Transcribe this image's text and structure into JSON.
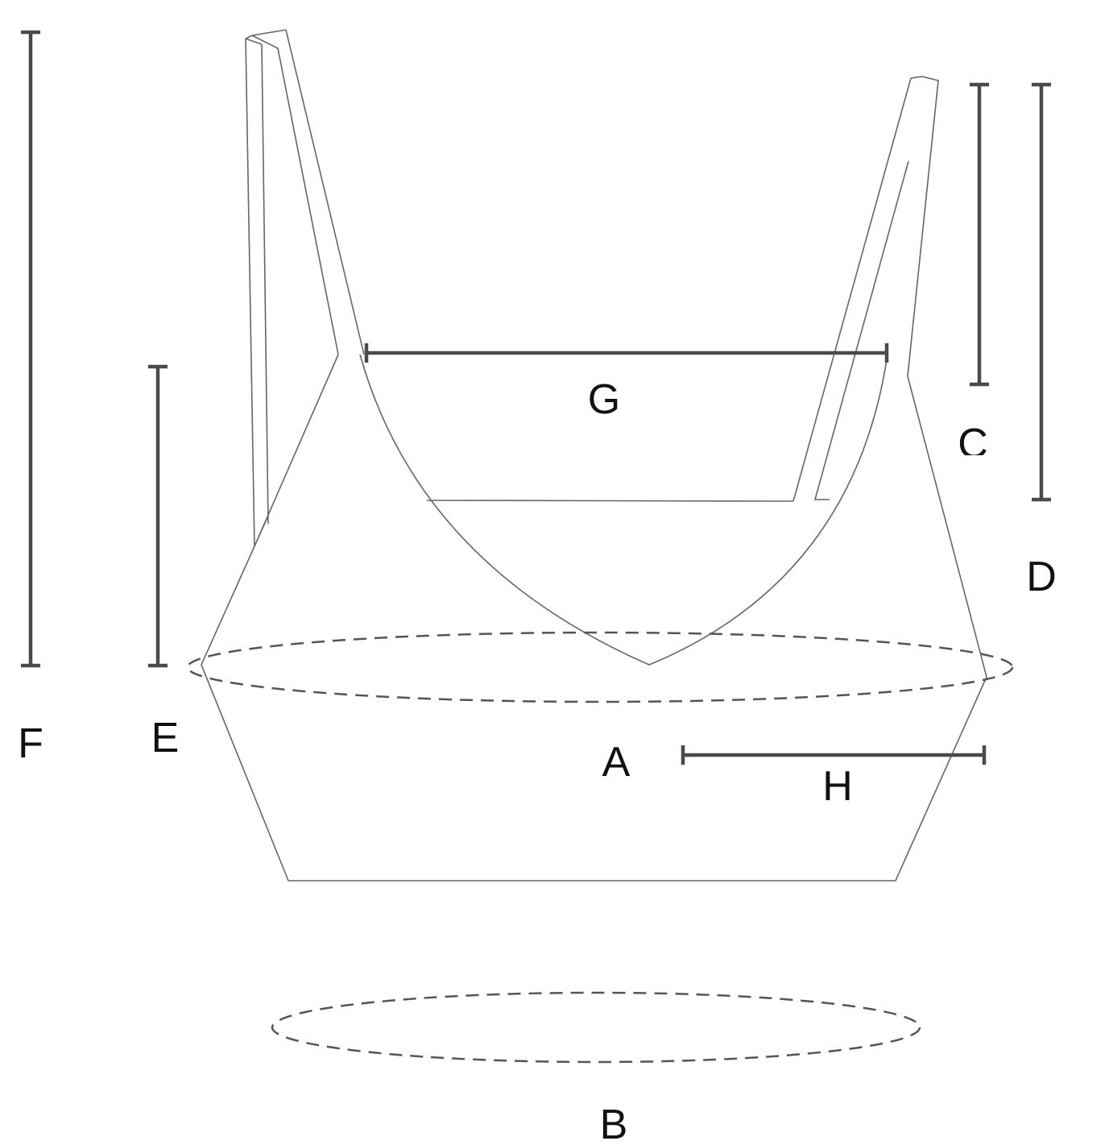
{
  "diagram": {
    "labels": {
      "A": "A",
      "B": "B",
      "C": "C",
      "D": "D",
      "E": "E",
      "F": "F",
      "G": "G",
      "H": "H"
    },
    "colors": {
      "outline": "#666666",
      "measure": "#4a4a4a",
      "text": "#111111"
    }
  }
}
